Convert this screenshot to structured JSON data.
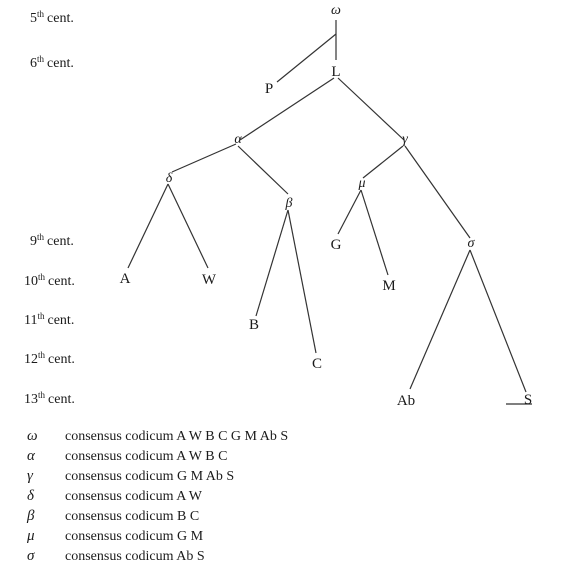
{
  "centuries": [
    {
      "num": "5",
      "sup": "th",
      "word": "cent."
    },
    {
      "num": "6",
      "sup": "th",
      "word": "cent."
    },
    {
      "num": "9",
      "sup": "th",
      "word": "cent."
    },
    {
      "num": "10",
      "sup": "th",
      "word": "cent."
    },
    {
      "num": "11",
      "sup": "th",
      "word": "cent."
    },
    {
      "num": "12",
      "sup": "th",
      "word": "cent."
    },
    {
      "num": "13",
      "sup": "th",
      "word": "cent."
    }
  ],
  "nodes": {
    "omega": "ω",
    "P": "P",
    "L": "L",
    "alpha": "α",
    "gamma": "γ",
    "delta": "δ",
    "beta": "β",
    "mu": "μ",
    "sigma": "σ",
    "A": "A",
    "W": "W",
    "G": "G",
    "M": "M",
    "B": "B",
    "C": "C",
    "Ab": "Ab",
    "S": "S"
  },
  "legend": [
    {
      "symbol": "ω",
      "text": "consensus codicum A W B C G M Ab S"
    },
    {
      "symbol": "α",
      "text": "consensus codicum A W B C"
    },
    {
      "symbol": "γ",
      "text": "consensus codicum G M Ab S"
    },
    {
      "symbol": "δ",
      "text": "consensus codicum A W"
    },
    {
      "symbol": "β",
      "text": "consensus codicum B C"
    },
    {
      "symbol": "μ",
      "text": "consensus codicum G M"
    },
    {
      "symbol": "σ",
      "text": "consensus codicum Ab S"
    }
  ]
}
